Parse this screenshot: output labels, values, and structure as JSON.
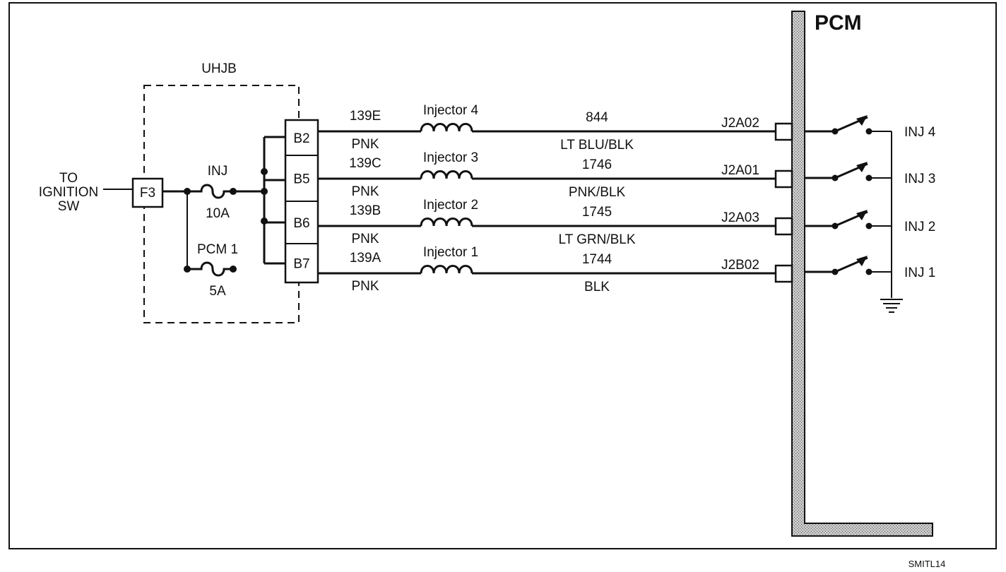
{
  "diagram": {
    "source_label": {
      "line1": "TO",
      "line2": "IGNITION",
      "line3": "SW"
    },
    "fuse_block_label": "UHJB",
    "fuse_terminal": "F3",
    "main_fuse": {
      "name": "INJ",
      "rating": "10A"
    },
    "pcm_fuse": {
      "name": "PCM 1",
      "rating": "5A"
    },
    "module_label": "PCM",
    "footer_code": "SMITL14",
    "circuits": [
      {
        "terminal": "B2",
        "circuit": "139E",
        "wire_color": "PNK",
        "component": "Injector 4",
        "pcm_circuit": "844",
        "pcm_wire_color": "LT BLU/BLK",
        "pin": "J2A02",
        "output": "INJ 4"
      },
      {
        "terminal": "B5",
        "circuit": "139C",
        "wire_color": "PNK",
        "component": "Injector 3",
        "pcm_circuit": "1746",
        "pcm_wire_color": "PNK/BLK",
        "pin": "J2A01",
        "output": "INJ 3"
      },
      {
        "terminal": "B6",
        "circuit": "139B",
        "wire_color": "PNK",
        "component": "Injector 2",
        "pcm_circuit": "1745",
        "pcm_wire_color": "LT GRN/BLK",
        "pin": "J2A03",
        "output": "INJ 2"
      },
      {
        "terminal": "B7",
        "circuit": "139A",
        "wire_color": "PNK",
        "component": "Injector 1",
        "pcm_circuit": "1744",
        "pcm_wire_color": "BLK",
        "pin": "J2B02",
        "output": "INJ 1"
      }
    ]
  }
}
